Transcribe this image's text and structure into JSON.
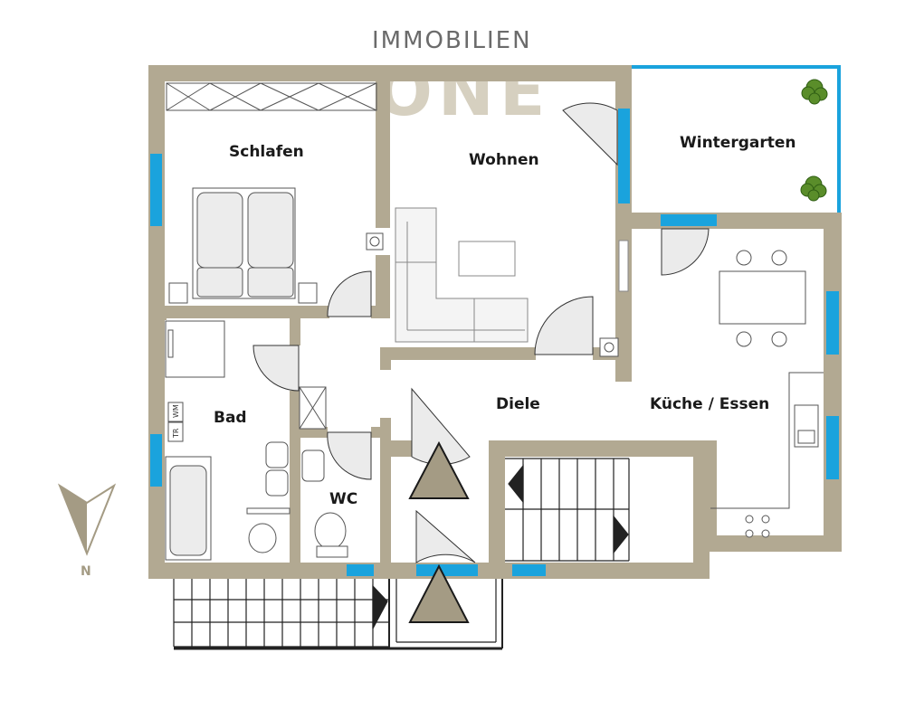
{
  "brand": {
    "line1": "IMMOBILIEN",
    "line2": "ONE"
  },
  "rooms": {
    "schlafen": "Schlafen",
    "wohnen": "Wohnen",
    "wintergarten": "Wintergarten",
    "bad": "Bad",
    "diele": "Diele",
    "kueche": "Küche / Essen",
    "wc": "WC"
  },
  "appliances": {
    "dryer": "TR",
    "washer": "WM"
  },
  "compass": {
    "label": "N"
  },
  "colors": {
    "wall": "#b2a992",
    "window": "#1aa3dd",
    "ink": "#1a1a1a",
    "stair": "#222222"
  }
}
